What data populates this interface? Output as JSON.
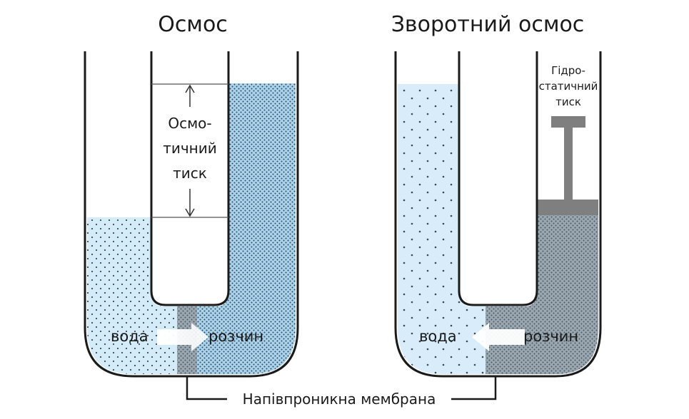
{
  "diagram": {
    "left_panel": {
      "title": "Осмос",
      "pressure_label": [
        "Осмо-",
        "тичний",
        "тиск"
      ],
      "water_label": "вода",
      "solution_label": "розчин",
      "flow_direction": "left-to-right"
    },
    "right_panel": {
      "title": "Зворотний осмос",
      "pressure_label": [
        "Гідро-",
        "статичний",
        "тиск"
      ],
      "water_label": "вода",
      "solution_label": "розчин",
      "flow_direction": "right-to-left"
    },
    "membrane_label": "Напівпроникна мембрана",
    "colors": {
      "water": "#cfe8f6",
      "solution": "#a9d3ec",
      "membrane": "#8a9aa6",
      "piston": "#7f7f7f",
      "outline": "#1a1a1a",
      "arrow": "#ffffff"
    }
  }
}
